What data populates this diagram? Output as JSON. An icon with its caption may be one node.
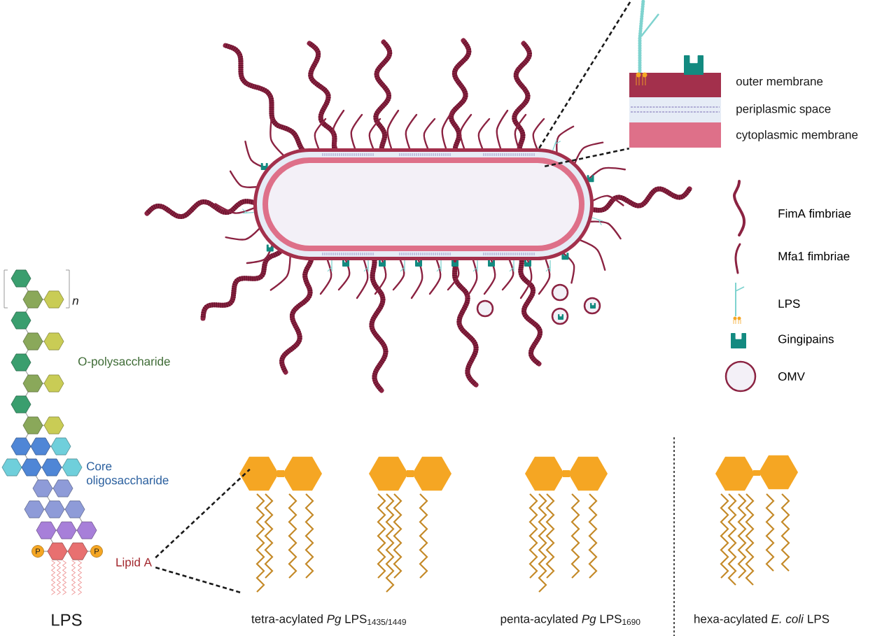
{
  "diagram": {
    "nodes": [
      {
        "text": [],
        "shape": "picture"
      },
      {
        "text": [],
        "shape": "picture"
      },
      {
        "text": [
          "Lipid A"
        ]
      },
      {
        "text": [],
        "shape": "picture"
      }
    ],
    "edges": [
      {
        "from": 0,
        "to": 1,
        "arrow": "none",
        "style": "dashed"
      },
      {
        "from": 0,
        "to": 1,
        "arrow": "none",
        "style": "dashed"
      },
      {
        "from": 2,
        "to": 3,
        "arrow": "none",
        "style": "dashed"
      },
      {
        "from": 2,
        "to": 3,
        "arrow": "none",
        "style": "dashed"
      }
    ],
    "labels": [
      "outer membrane",
      "periplasmic space",
      "cytoplasmic membrane",
      "n",
      "O-polysaccharide",
      "Core oligosaccharide",
      "P",
      "P",
      "LPS",
      "tetra-acylated *Pg* LPS$_{1435/1449}$",
      "penta-acylated *Pg* LPS$_{1690}$",
      "hexa-acylated *E. coli* LPS"
    ],
    "legend": [
      {
        "text": "FimA fimbriae"
      },
      {
        "text": "Mfa1 fimbriae"
      },
      {
        "text": "LPS"
      },
      {
        "text": "Gingipains"
      },
      {
        "text": "OMV"
      }
    ]
  }
}
